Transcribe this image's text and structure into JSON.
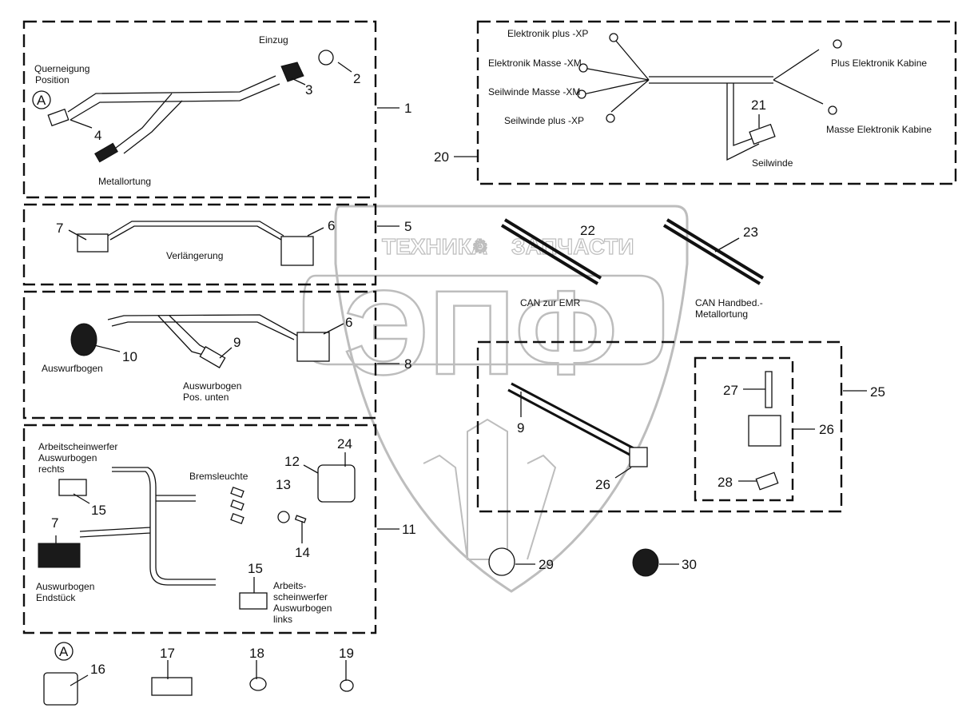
{
  "diagram": {
    "watermark": {
      "line1": "ТЕХНИКА",
      "line2": "ЗАПЧАСТИ",
      "logo": "ЭПФ",
      "gear": "⚙"
    },
    "groups": [
      {
        "id": "1",
        "parts": [
          "2",
          "3",
          "4"
        ],
        "labels": {
          "querneigung": "Querneigung",
          "position": "Position",
          "einzug": "Einzug",
          "metallortung": "Metallortung"
        },
        "detail_ref": "A"
      },
      {
        "id": "5",
        "parts": [
          "6",
          "7"
        ],
        "labels": {
          "verlaengerung": "Verlängerung"
        }
      },
      {
        "id": "8",
        "parts": [
          "6",
          "9",
          "10"
        ],
        "labels": {
          "auswurfbogen": "Auswurfbogen",
          "pos1": "Auswurbogen",
          "pos2": "Pos. unten"
        }
      },
      {
        "id": "11",
        "parts": [
          "7",
          "12",
          "13",
          "14",
          "15",
          "15",
          "24"
        ],
        "labels": {
          "aw_r1": "Arbeitscheinwerfer",
          "aw_r2": "Auswurbogen",
          "aw_r3": "rechts",
          "brems": "Bremsleuchte",
          "end1": "Auswurbogen",
          "end2": "Endstück",
          "aw_l1": "Arbeits-",
          "aw_l2": "scheinwerfer",
          "aw_l3": "Auswurbogen",
          "aw_l4": "links"
        }
      },
      {
        "id": "20",
        "parts": [
          "21"
        ],
        "labels": {
          "ep": "Elektronik plus -XP",
          "em": "Elektronik Masse -XM",
          "sm": "Seilwinde Masse -XM",
          "sp": "Seilwinde plus -XP",
          "pek": "Plus Elektronik Kabine",
          "mek": "Masse Elektronik Kabine",
          "seilwinde": "Seilwinde"
        }
      },
      {
        "id": "25",
        "parts": [
          "9",
          "26",
          "26",
          "27",
          "28"
        ]
      }
    ],
    "loose_parts": {
      "p22": {
        "num": "22",
        "label": "CAN zur EMR"
      },
      "p23": {
        "num": "23",
        "label1": "CAN Handbed.-",
        "label2": "Metallortung"
      },
      "p29": {
        "num": "29"
      },
      "p30": {
        "num": "30"
      },
      "detail_a": {
        "ref": "A",
        "num": "16"
      },
      "p17": {
        "num": "17"
      },
      "p18": {
        "num": "18"
      },
      "p19": {
        "num": "19"
      }
    },
    "numbers": {
      "n1": "1",
      "n2": "2",
      "n3": "3",
      "n4": "4",
      "n5": "5",
      "n6": "6",
      "n7": "7",
      "n8": "8",
      "n9": "9",
      "n10": "10",
      "n11": "11",
      "n12": "12",
      "n13": "13",
      "n14": "14",
      "n15": "15",
      "n20": "20",
      "n21": "21",
      "n24": "24",
      "n25": "25",
      "n26": "26",
      "n27": "27",
      "n28": "28"
    }
  }
}
